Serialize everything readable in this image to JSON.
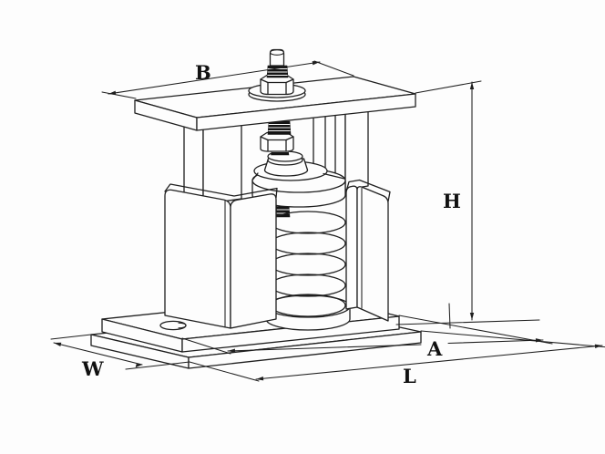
{
  "page": {
    "background": "#fdfdfd",
    "line_color": "#1f1f1f"
  },
  "drawing": {
    "subject": "spring-vibration-isolator-isometric-drawing",
    "labels": {
      "top_width": "B",
      "height": "H",
      "base_depth": "W",
      "bolt_spacing": "A",
      "base_length": "L"
    }
  }
}
